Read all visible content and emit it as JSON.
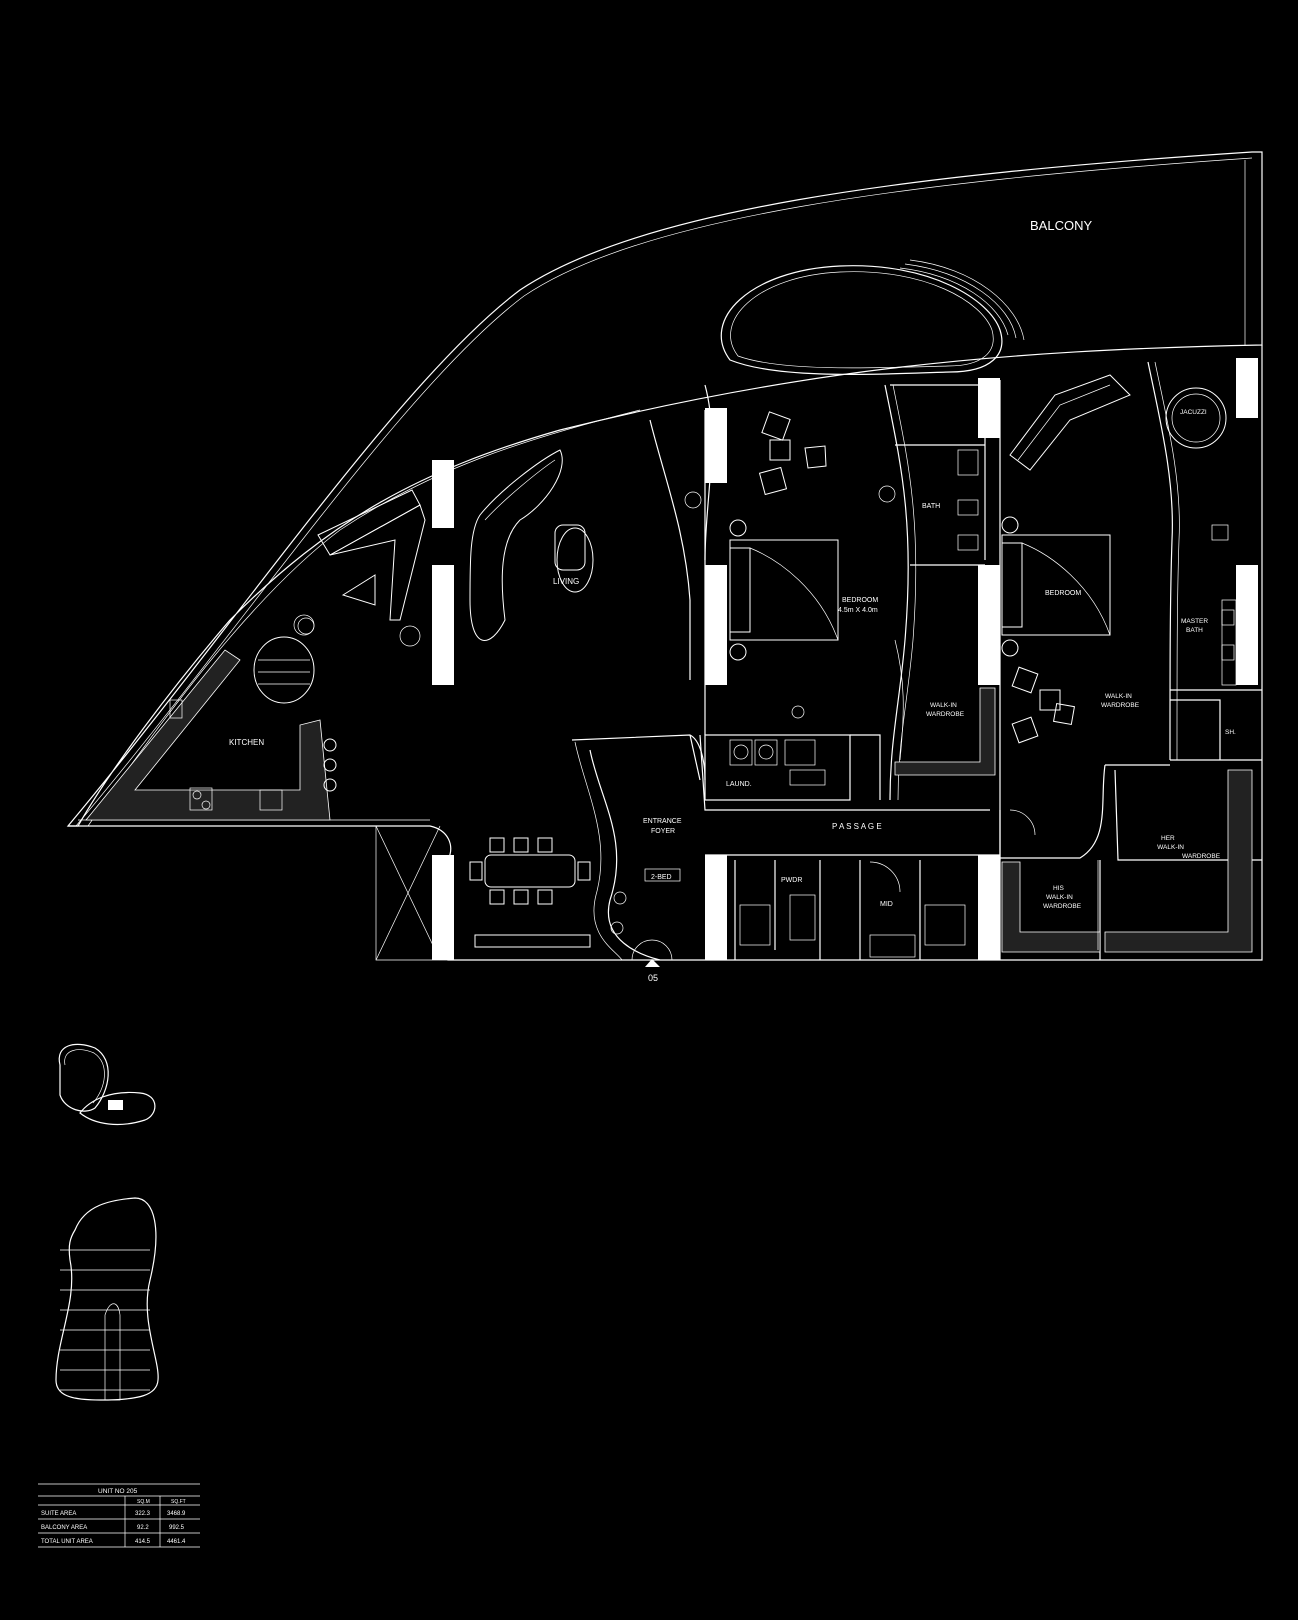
{
  "rooms": {
    "balcony": "BALCONY",
    "living": "LIVING",
    "kitchen": "KITCHEN",
    "bedroom1": "BEDROOM",
    "bedroom1_size": "4.5m X 4.0m",
    "bath": "BATH",
    "walkin1_a": "WALK-IN",
    "walkin1_b": "WARDROBE",
    "bedroom2": "BEDROOM",
    "walkin2_a": "WALK-IN",
    "walkin2_b": "WARDROBE",
    "master_bath_a": "MASTER",
    "master_bath_b": "BATH",
    "jacuzzi": "JACUZZI",
    "shower": "SH.",
    "laundry": "LAUND.",
    "entrance_a": "ENTRANCE",
    "entrance_b": "FOYER",
    "unit_type": "2-BED",
    "passage": "P A S S A G E",
    "powder": "PWDR",
    "maid": "MID",
    "his_a": "HIS",
    "his_b": "WALK-IN",
    "his_c": "WARDROBE",
    "her_a": "HER",
    "her_b": "WALK-IN",
    "her_c": "WARDROBE",
    "entry_number": "05"
  },
  "area_table": {
    "title": "UNIT NO 205",
    "col_sqm": "SQ.M",
    "col_sqft": "SQ.FT",
    "rows": [
      {
        "label": "SUITE AREA",
        "sqm": "322.3",
        "sqft": "3468.9"
      },
      {
        "label": "BALCONY AREA",
        "sqm": "92.2",
        "sqft": "992.5"
      },
      {
        "label": "TOTAL UNIT AREA",
        "sqm": "414.5",
        "sqft": "4461.4"
      }
    ]
  }
}
